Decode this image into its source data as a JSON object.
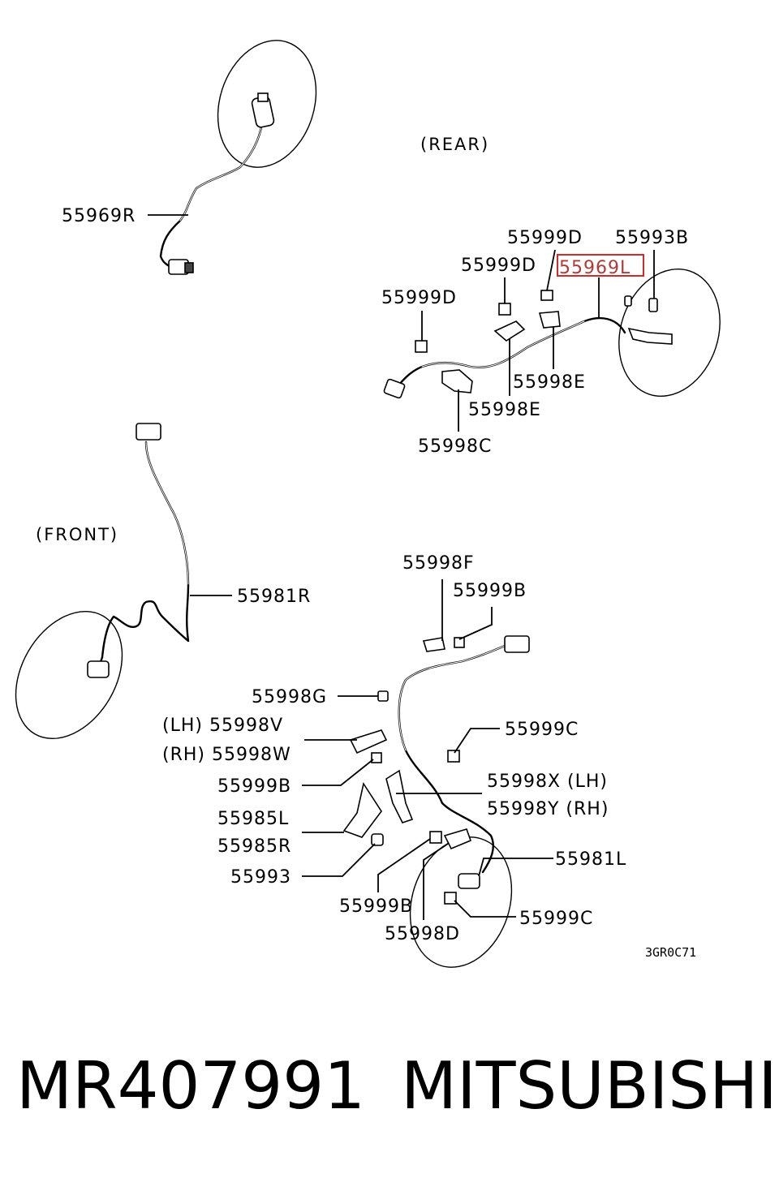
{
  "sections": {
    "rear": "(REAR)",
    "front": "(FRONT)"
  },
  "labels": {
    "p55969R": "55969R",
    "p55999D_top": "55999D",
    "p55993B": "55993B",
    "p55999D_mid": "55999D",
    "p55969L": "55969L",
    "p55999D_left": "55999D",
    "p55998E_right": "55998E",
    "p55998E_left": "55998E",
    "p55998C": "55998C",
    "p55981R": "55981R",
    "p55998F": "55998F",
    "p55999B_top": "55999B",
    "p55998G": "55998G",
    "p55998V": "(LH) 55998V",
    "p55998W": "(RH) 55998W",
    "p55999C_top": "55999C",
    "p55999B_mid": "55999B",
    "p55998X": "55998X (LH)",
    "p55998Y": "55998Y (RH)",
    "p55985L": "55985L",
    "p55985R": "55985R",
    "p55981L": "55981L",
    "p55993": "55993",
    "p55999B_bot": "55999B",
    "p55999C_bot": "55999C",
    "p55998D": "55998D"
  },
  "highlight": {
    "part": "55969L",
    "color": "#d62828"
  },
  "diagram_code": "3GR0C71",
  "footer": {
    "part_number": "MR407991",
    "brand": "MITSUBISHI"
  }
}
